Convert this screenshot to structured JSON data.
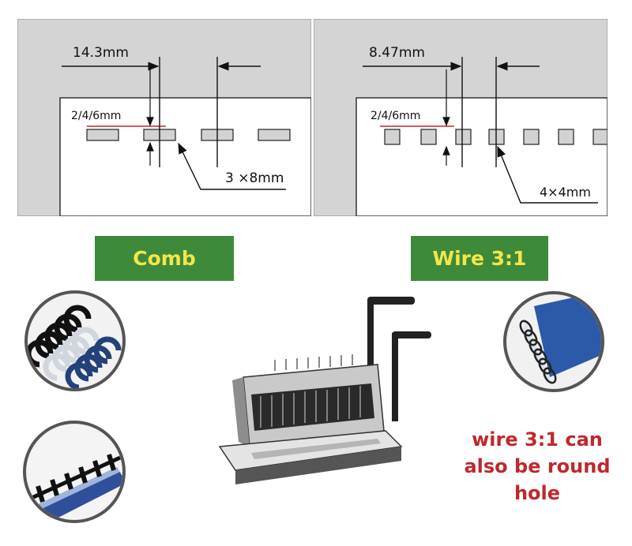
{
  "comb_diagram": {
    "pitch_label": "14.3mm",
    "margin_label": "2/4/6mm",
    "hole_label": "3 ×8mm"
  },
  "wire_diagram": {
    "pitch_label": "8.47mm",
    "margin_label": "2/4/6mm",
    "hole_label": "4×4mm"
  },
  "banners": {
    "comb": "Comb",
    "wire": "Wire 3:1"
  },
  "note": {
    "line1": "wire 3:1 can",
    "line2": "also be round",
    "line3": "hole"
  },
  "colors": {
    "panel_gray": "#d4d4d4",
    "banner_green": "#3f8a3a",
    "banner_text": "#f4e64a",
    "note_red": "#c0282b",
    "margin_line_red": "#d0202a"
  }
}
